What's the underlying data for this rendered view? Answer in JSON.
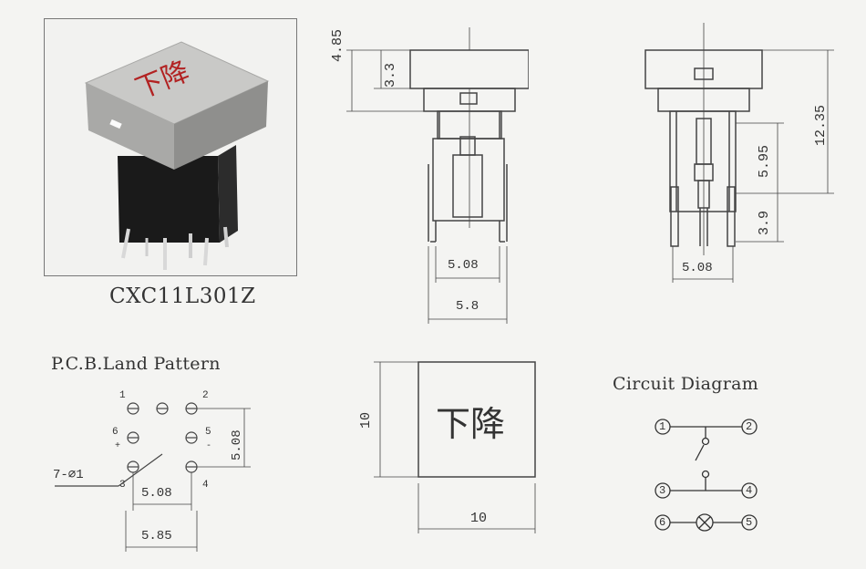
{
  "product": {
    "model": "CXC11L301Z",
    "cap_text": "下降"
  },
  "front_view": {
    "dims": {
      "overall_height": "4.85",
      "cap_height": "3.3",
      "inner_pitch": "5.08",
      "outer_width": "5.8"
    }
  },
  "side_view": {
    "dims": {
      "total_height": "12.35",
      "body_height": "5.95",
      "pin_length": "3.9",
      "pin_pitch": "5.08"
    }
  },
  "pcb": {
    "title": "P.C.B.Land Pattern",
    "pins": [
      "1",
      "2",
      "3",
      "4",
      "5",
      "6"
    ],
    "hole_label": "7-⌀1",
    "dims": {
      "pitch_x": "5.08",
      "pitch_y": "5.08",
      "outer_x": "5.85"
    },
    "polarity": {
      "plus": "+",
      "minus": "-"
    }
  },
  "top_view": {
    "cap_text": "下降",
    "dims": {
      "width": "10",
      "height": "10"
    }
  },
  "circuit": {
    "title": "Circuit Diagram",
    "pins": [
      "1",
      "2",
      "3",
      "4",
      "6",
      "5"
    ]
  }
}
